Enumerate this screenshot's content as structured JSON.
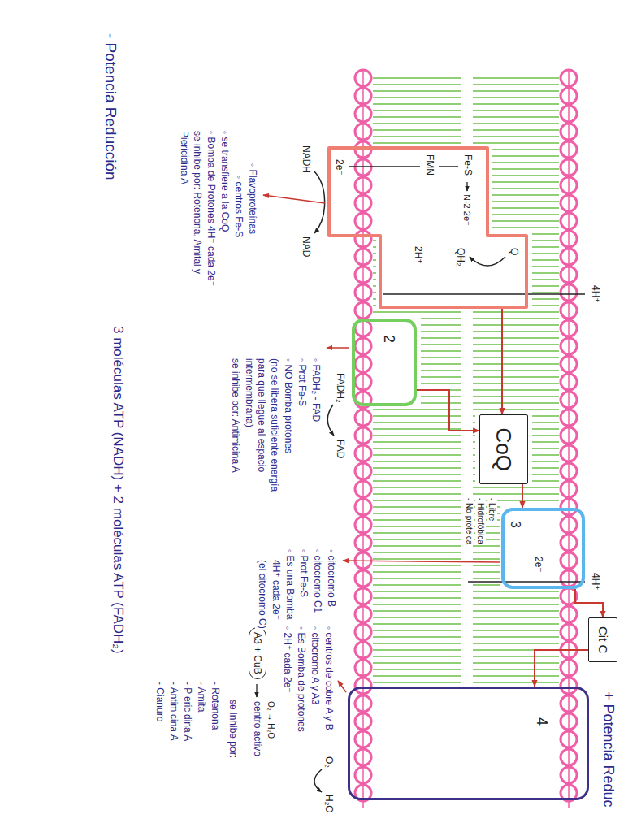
{
  "diagram": {
    "nodes": [
      {
        "text": [
          "2e⁻",
          "FMN",
          "Fe-S"
        ]
      },
      {
        "text": [
          "2"
        ]
      },
      {
        "text": [
          "CoQ"
        ]
      },
      {
        "text": [
          "3",
          "2e⁻"
        ]
      },
      {
        "text": [
          "Cit C"
        ]
      },
      {
        "text": [
          "4"
        ]
      },
      {
        "text": [
          "A3 + CuB"
        ]
      }
    ],
    "edges": [
      {
        "from": 0,
        "to": 2,
        "arrow": "to"
      },
      {
        "from": 1,
        "to": 2,
        "arrow": "to"
      },
      {
        "from": 2,
        "to": 3,
        "arrow": "to"
      },
      {
        "from": 3,
        "to": 4,
        "arrow": "to"
      },
      {
        "from": 4,
        "to": 5,
        "arrow": "to"
      }
    ],
    "labels": [
      "- Potencia Reducción",
      "+ Potencia Reduc",
      "4H⁺",
      "4H⁺",
      "NADH",
      "NAD",
      "N-2 2e⁻",
      "Q",
      "QH₂",
      "2H⁺",
      "- Libre",
      "- Hidrofóbica",
      "- No proteica",
      "FADH₂",
      "FAD",
      "O₂",
      "H₂O",
      "◦ Flavoproteínas",
      "◦ centros Fe-S",
      "◦ se transfiere a la CoQ",
      "◦ Bomba de Protones 4H⁺ cada 2e⁻",
      "se inhibe por: Rotenona, Amital y Piericidina A",
      "◦ FADH₂ - FAD",
      "◦ Prot Fe-S",
      "◦ NO Bomba protones",
      "(no se libera suficiente energía para que llegue al espacio intermembrana)",
      "se inhibe por: Antimicina A",
      "◦ citocromo B",
      "◦ citocromo C1",
      "◦ Prot Fe-S",
      "◦ Es una Bomba",
      "4H⁺ cada 2e⁻",
      "(el citocromo C)",
      "◦ centros de cobre A y B",
      "◦ citocromo A y A3",
      "◦ Es Bomba de protones",
      "◦ 2H⁺ cada 2e⁻",
      "O₂ → H₂O",
      "centro activo",
      "se inhibe por:",
      "- Rotenona",
      "- Amital",
      "- Piericidina A",
      "- Antimicina A",
      "- Cianuro",
      "3 moléculas ATP (NADH) + 2 moléculas ATP (FADH₂)"
    ]
  }
}
